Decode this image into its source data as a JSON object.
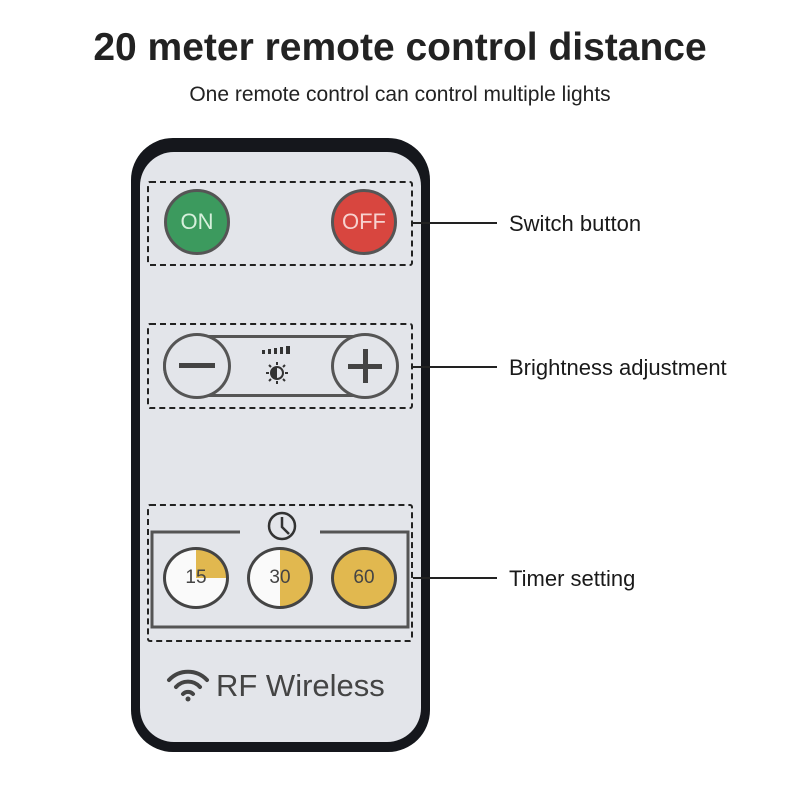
{
  "header": {
    "title": "20 meter remote control distance",
    "subtitle": "One remote control can control multiple lights"
  },
  "remote": {
    "on_label": "ON",
    "off_label": "OFF",
    "timers": [
      {
        "label": "15",
        "fill": 0.25
      },
      {
        "label": "30",
        "fill": 0.5
      },
      {
        "label": "60",
        "fill": 1.0
      }
    ],
    "brand": "RF Wireless"
  },
  "callouts": {
    "switch": "Switch button",
    "brightness": "Brightness adjustment",
    "timer": "Timer setting"
  },
  "colors": {
    "on": "#3c9a5e",
    "off": "#d8463f",
    "timer": "#e1b84f"
  }
}
